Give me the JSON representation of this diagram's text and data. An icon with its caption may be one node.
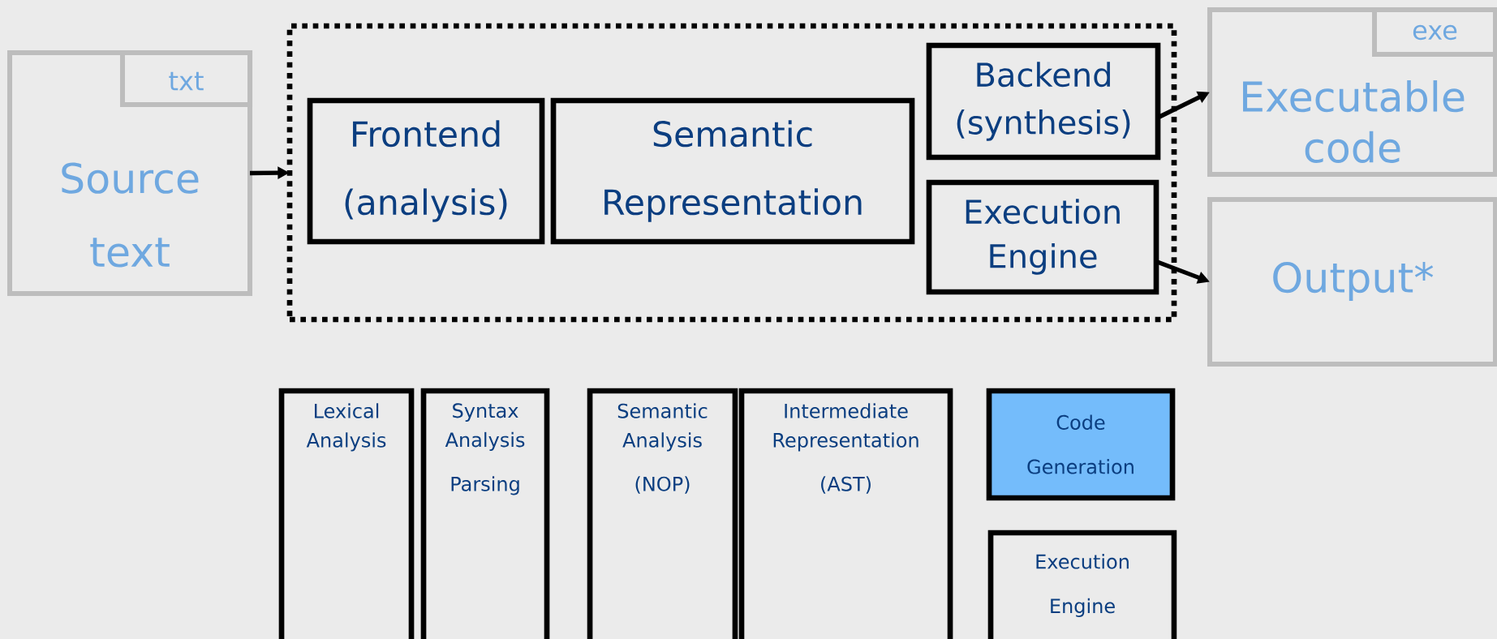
{
  "diagram": {
    "nodes": [
      {
        "text": [
          "Source text"
        ]
      },
      {
        "text": [
          "txt"
        ],
        "in": 0
      },
      {
        "text": [],
        "shape": "box"
      },
      {
        "text": [
          "Frontend (analysis)"
        ],
        "in": 2
      },
      {
        "text": [
          "Semantic Representation"
        ],
        "in": 2
      },
      {
        "text": [
          "Backend (synthesis)"
        ],
        "in": 2
      },
      {
        "text": [
          "Execution Engine"
        ],
        "in": 2
      },
      {
        "text": [
          "Executable code"
        ]
      },
      {
        "text": [
          "exe"
        ],
        "in": 7
      },
      {
        "text": [
          "Output*"
        ]
      },
      {
        "text": [
          "Lexical Analysis"
        ]
      },
      {
        "text": [
          "Syntax Analysis",
          "Parsing"
        ]
      },
      {
        "text": [
          "Semantic Analysis",
          "(NOP)"
        ]
      },
      {
        "text": [
          "Intermediate Representation",
          "(AST)"
        ]
      },
      {
        "text": [
          "Code Generation"
        ]
      },
      {
        "text": [
          "Execution Engine"
        ]
      }
    ],
    "edges": [
      {
        "from": 0,
        "to": 2,
        "arrow": "to"
      },
      {
        "from": 5,
        "to": 7,
        "arrow": "to"
      },
      {
        "from": 6,
        "to": 9,
        "arrow": "to"
      }
    ]
  }
}
